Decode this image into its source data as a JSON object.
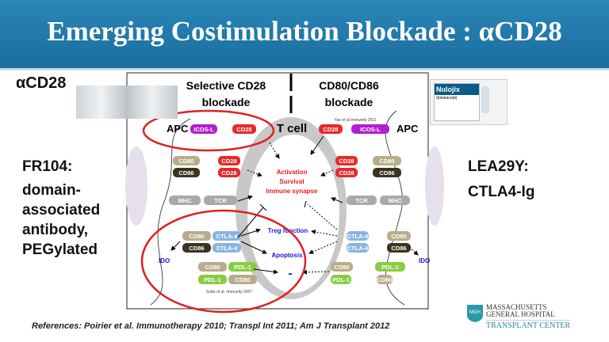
{
  "slide": {
    "title": "Emerging Costimulation Blockade : αCD28"
  },
  "left": {
    "heading": "αCD28",
    "drug": "FR104:",
    "desc": [
      "domain-",
      "associated",
      "antibody,",
      "PEGylated"
    ]
  },
  "right": {
    "drug": "LEA29Y:",
    "desc": "CTLA4-Ig"
  },
  "diagram": {
    "left_heading": [
      "Selective CD28",
      "blockade"
    ],
    "right_heading": [
      "CD80/CD86",
      "blockade"
    ],
    "tcell": "T cell",
    "apc": "APC",
    "center": {
      "activation": "Activation",
      "survival": "Survival",
      "synapse": "Immune synapse",
      "treg": "Treg function",
      "apoptosis": "Apoptosis",
      "minus": "-"
    },
    "ref_top": "Yao et al Immunity 2011",
    "ref_bottom": "Sutte et al. Immunity 2007",
    "ido": "IDO",
    "molecules": {
      "icosl": "ICOS-L",
      "cd28": "CD28",
      "cd80": "CD80",
      "cd86": "CD86",
      "mhc": "MHC",
      "tcr": "TCR",
      "ctla4": "CTLA-4",
      "pdl1": "PDL-1"
    }
  },
  "product": {
    "name": "Nulojix",
    "generic": "(belatacept)"
  },
  "references": "References: Poirier et al. Immunotherapy 2010; Transpl Int 2011; Am J Transplant 2012",
  "logo": {
    "line1": "MASSACHUSETTS",
    "line2": "GENERAL HOSPITAL",
    "line3": "TRANSPLANT CENTER",
    "seal": "MGH"
  },
  "colors": {
    "header": "#1b6d9f",
    "red": "#e02020",
    "blue": "#1a1acc",
    "icosl": "#b020d0",
    "cd28": "#e52a2a",
    "cd80": "#b8ad8a",
    "cd86": "#3a3520",
    "ctla4": "#8ab4e0",
    "pdl1": "#88cc44",
    "mhc": "#aaaaaa"
  }
}
